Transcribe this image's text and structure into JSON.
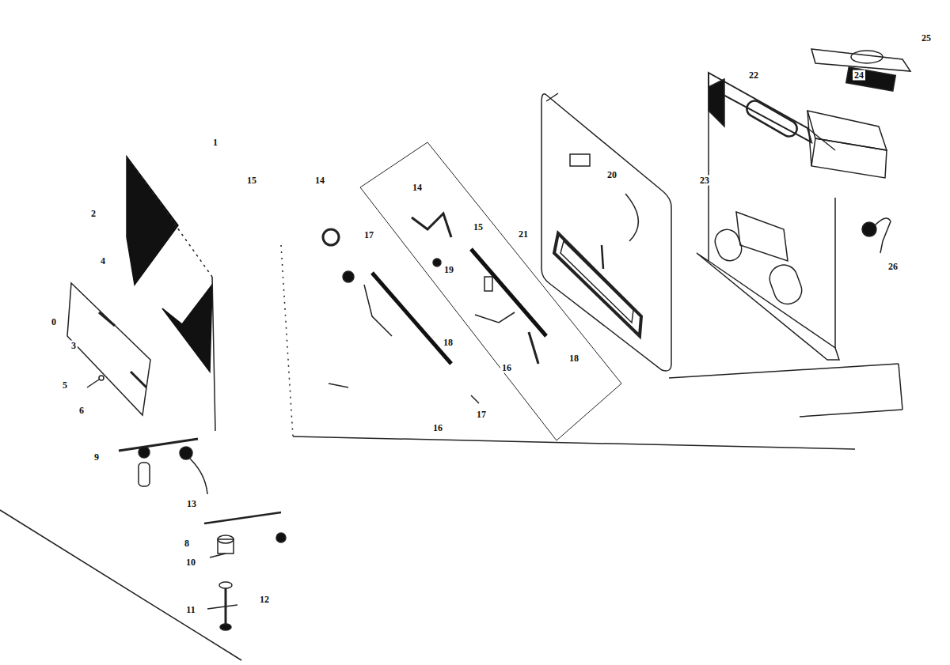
{
  "diagram": {
    "labels": [
      "1",
      "2",
      "4",
      "0",
      "3",
      "5",
      "6",
      "9",
      "13",
      "8",
      "10",
      "11",
      "12",
      "15",
      "14",
      "17",
      "14",
      "15",
      "19",
      "18",
      "16",
      "18",
      "16",
      "17",
      "21",
      "20",
      "22",
      "25",
      "24",
      "23",
      "26"
    ]
  }
}
